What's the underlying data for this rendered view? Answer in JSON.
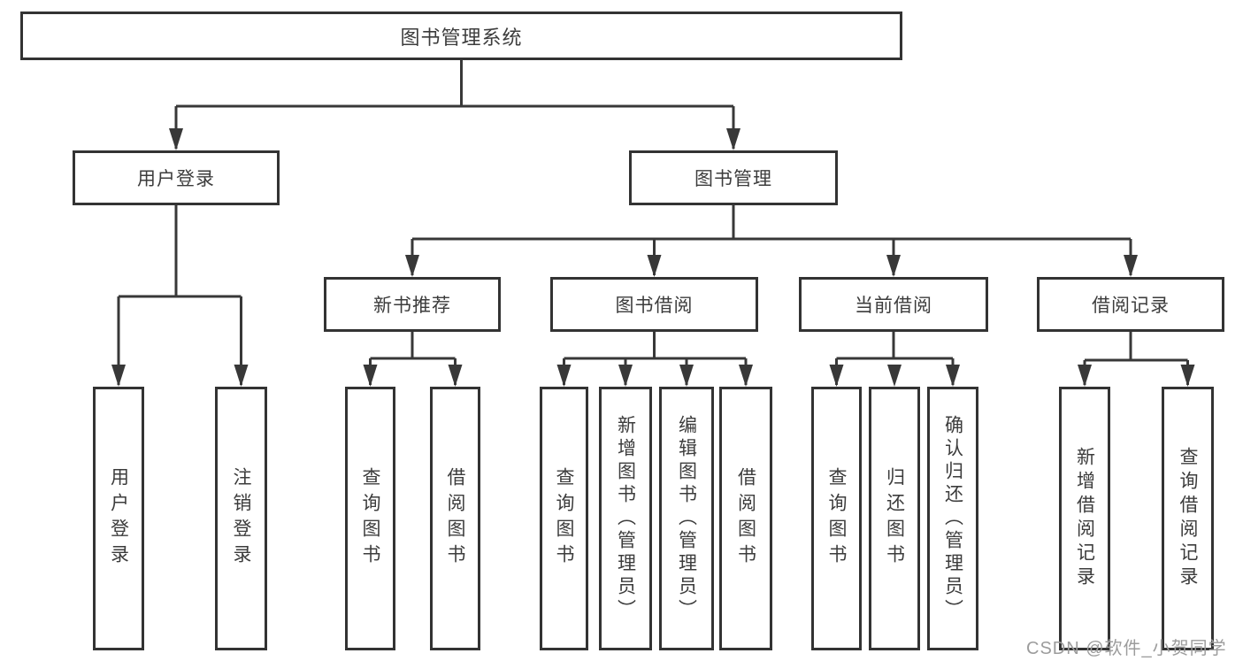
{
  "diagram": {
    "root": {
      "label": "图书管理系统"
    },
    "level2": [
      {
        "label": "用户登录"
      },
      {
        "label": "图书管理"
      }
    ],
    "level3": [
      {
        "label": "新书推荐"
      },
      {
        "label": "图书借阅"
      },
      {
        "label": "当前借阅"
      },
      {
        "label": "借阅记录"
      }
    ],
    "leaves": {
      "user_login": [
        "用户登录",
        "注销登录"
      ],
      "new_books": [
        "查询图书",
        "借阅图书"
      ],
      "book_borrow": [
        "查询图书",
        "新增图书（管理员）",
        "编辑图书（管理员）",
        "借阅图书"
      ],
      "current_borrow": [
        "查询图书",
        "归还图书",
        "确认归还（管理员）"
      ],
      "borrow_records": [
        "新增借阅记录",
        "查询借阅记录"
      ]
    }
  },
  "watermark": {
    "text": "CSDN @软件_小贺同学"
  },
  "colors": {
    "line": "#383838",
    "box_border": "#333333",
    "text": "#3c3c3c",
    "watermark": "#9c9c9c",
    "background": "#ffffff"
  }
}
